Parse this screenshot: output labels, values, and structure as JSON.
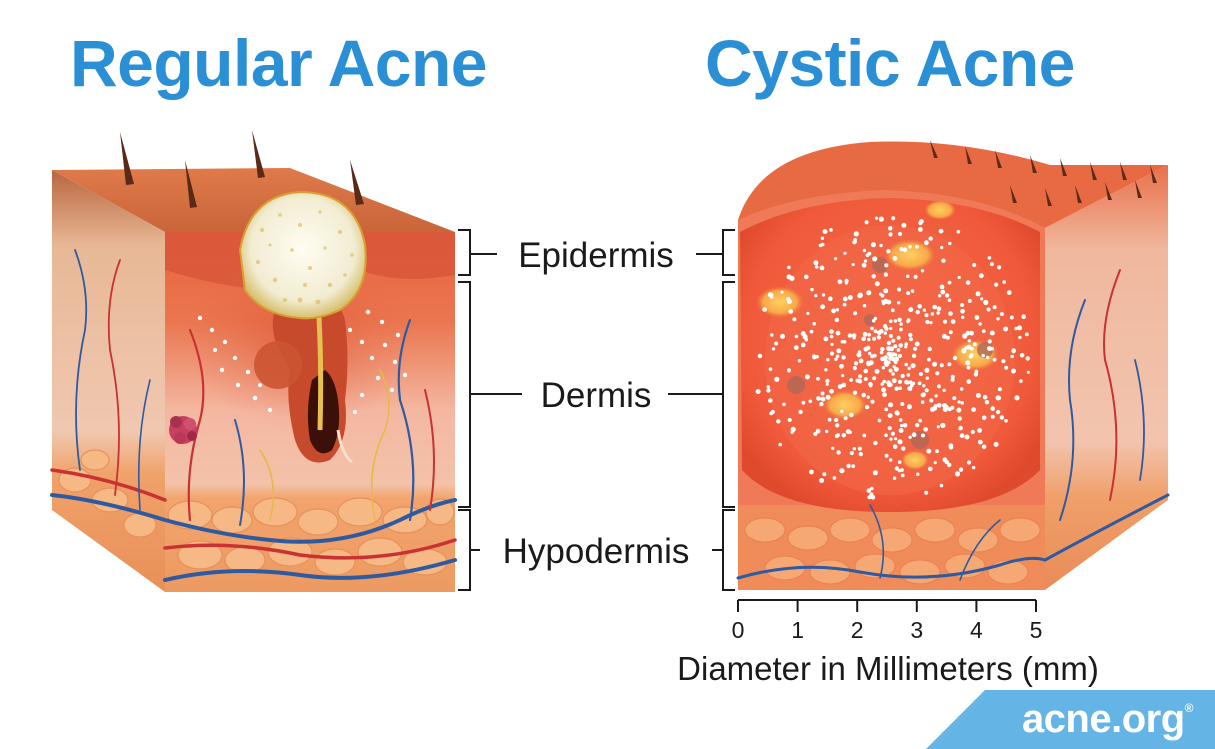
{
  "titles": {
    "left": "Regular Acne",
    "right": "Cystic Acne"
  },
  "layers": {
    "epidermis": "Epidermis",
    "dermis": "Dermis",
    "hypodermis": "Hypodermis"
  },
  "scale": {
    "title": "Diameter in Millimeters (mm)",
    "ticks": [
      "0",
      "1",
      "2",
      "3",
      "4",
      "5"
    ]
  },
  "logo": {
    "text": "acne.org",
    "mark": "®"
  },
  "colors": {
    "title_blue": "#2a8fd4",
    "logo_blue": "#64b4e6",
    "skin_orange": "#e8603a",
    "cyst_red": "#f25a3a",
    "fat_orange": "#f0a870",
    "vein_blue": "#2f5aa0",
    "artery_red": "#c83232"
  }
}
